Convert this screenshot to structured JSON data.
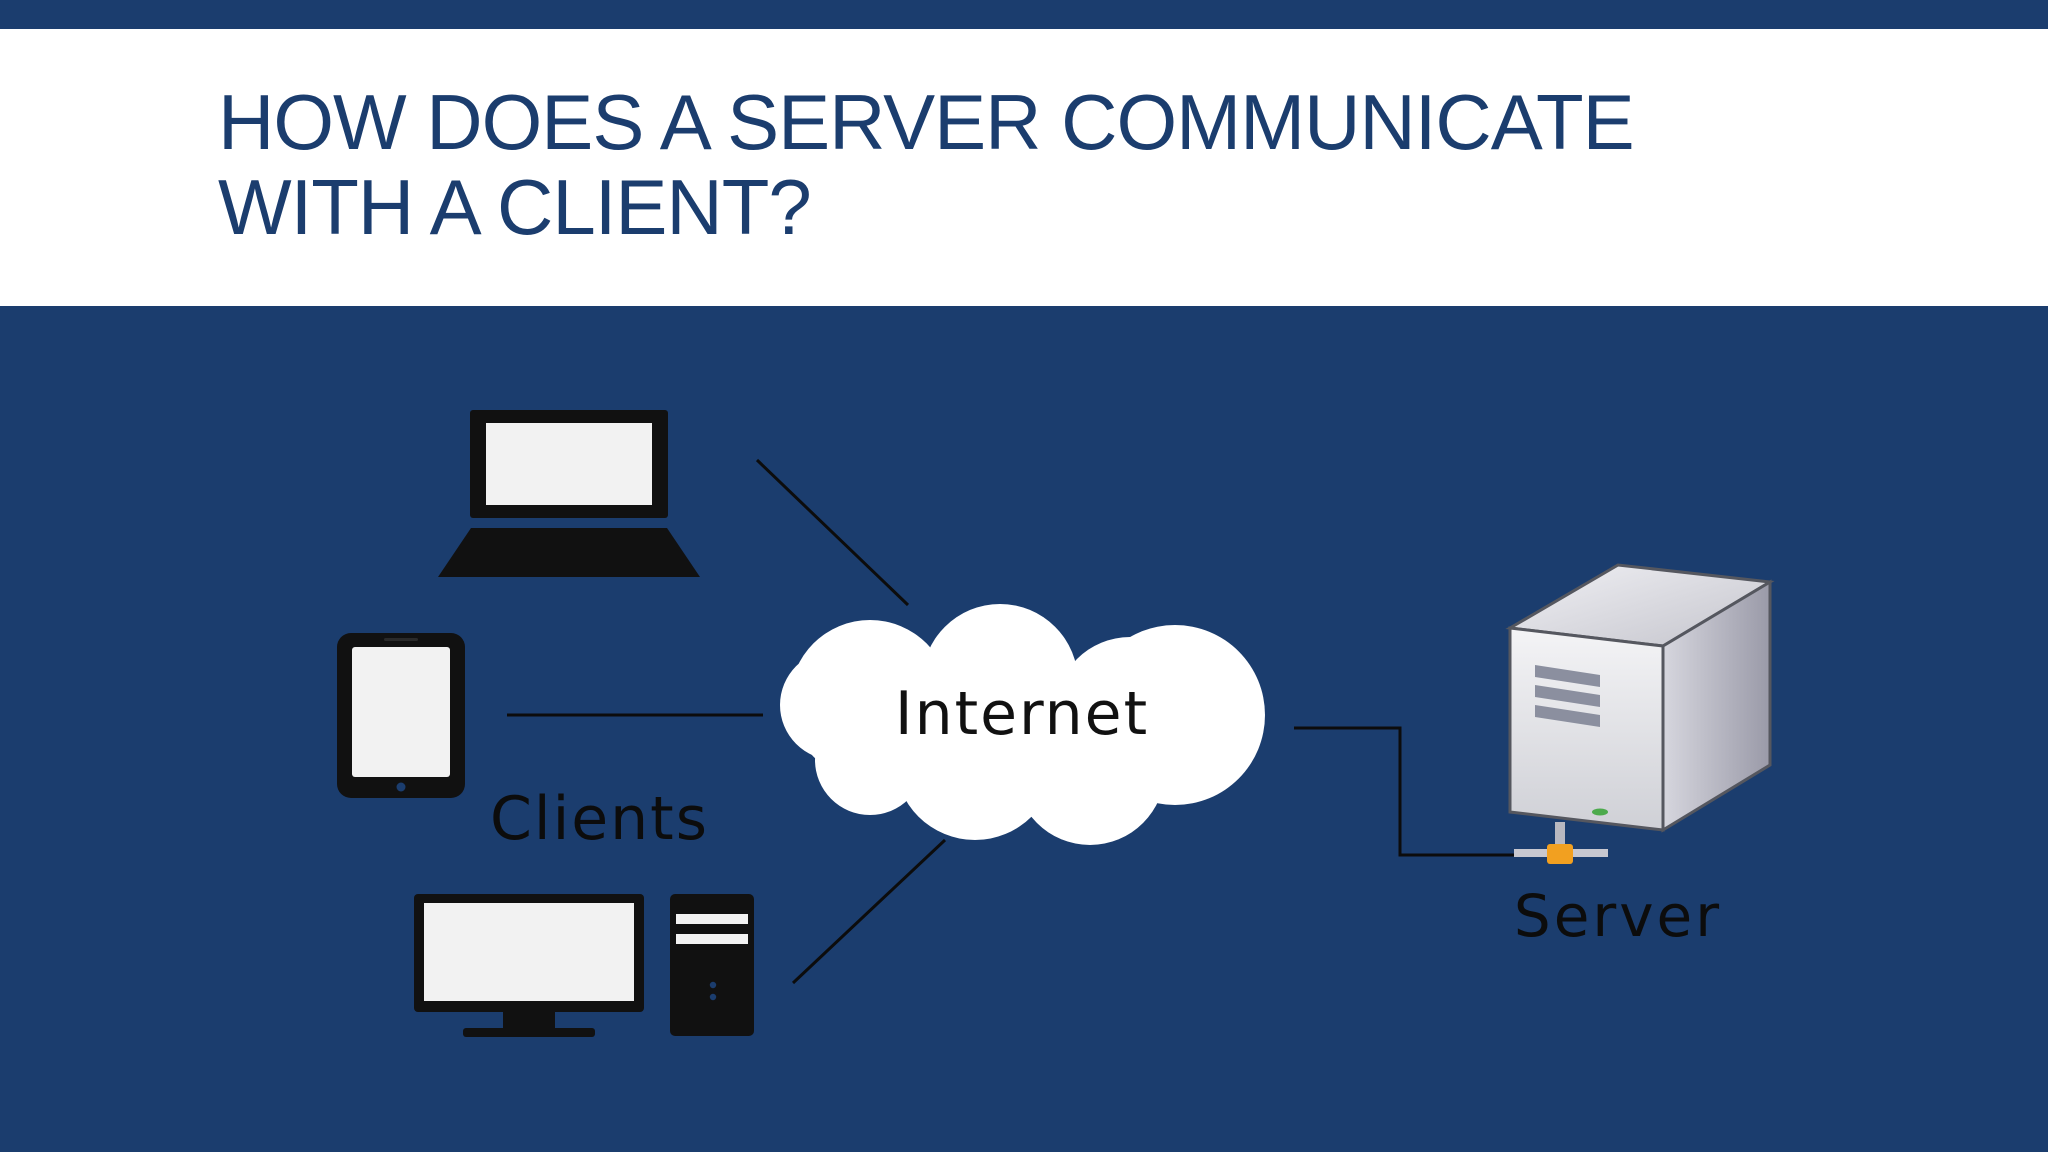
{
  "slide": {
    "title_line1": "HOW DOES A SERVER COMMUNICATE",
    "title_line2": "WITH A CLIENT?"
  },
  "diagram": {
    "cloud_label": "Internet",
    "clients_label": "Clients",
    "server_label": "Server",
    "client_devices": [
      "laptop-icon",
      "tablet-icon",
      "desktop-computer-icon"
    ],
    "server_icon": "server-tower-icon",
    "cloud_icon": "internet-cloud-icon"
  },
  "colors": {
    "navy": "#1b3d6e",
    "white": "#ffffff",
    "device_black": "#111111",
    "screen": "#f2f2f2"
  }
}
